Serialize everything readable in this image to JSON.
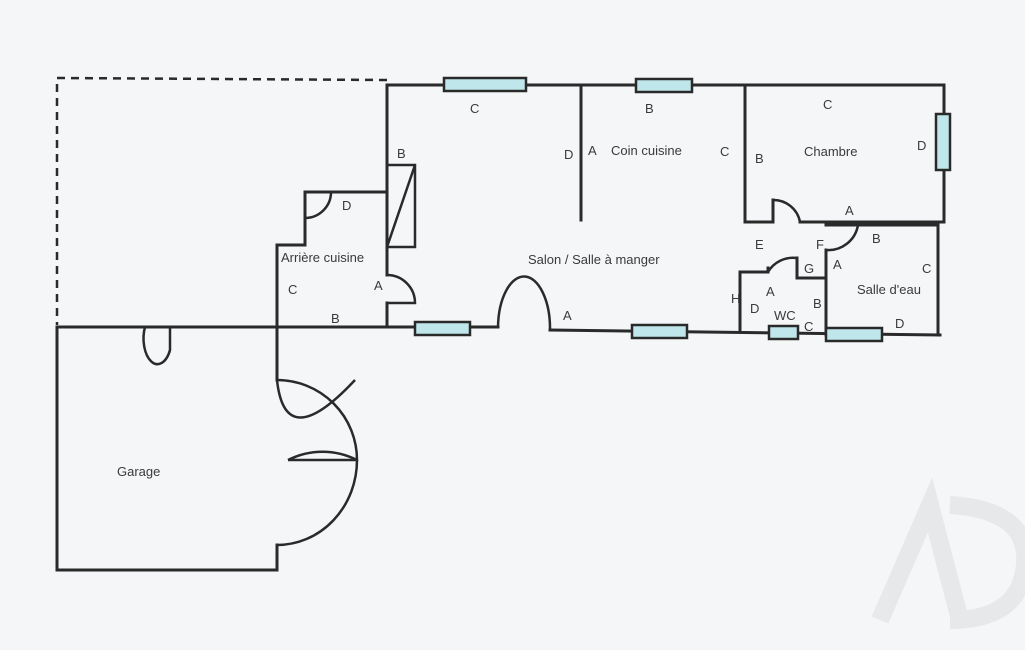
{
  "rooms": {
    "salon": "Salon / Salle à manger",
    "coin_cuisine": "Coin cuisine",
    "chambre": "Chambre",
    "arriere_cuisine": "Arrière cuisine",
    "salle_deau": "Salle d'eau",
    "wc": "WC",
    "garage": "Garage"
  },
  "wall_labels": {
    "salon_top_c": "C",
    "salon_left_b": "B",
    "salon_right_d": "D",
    "salon_bottom_a": "A",
    "cuisine_top_b": "B",
    "cuisine_left_a": "A",
    "cuisine_right_c": "C",
    "chambre_top_c": "C",
    "chambre_left_b": "B",
    "chambre_right_d": "D",
    "chambre_bottom_a": "A",
    "arriere_d": "D",
    "arriere_c": "C",
    "arriere_a": "A",
    "arriere_b": "B",
    "hall_e": "E",
    "hall_f": "F",
    "hall_g": "G",
    "hall_h": "H",
    "wc_a": "A",
    "wc_d": "D",
    "wc_b": "B",
    "wc_c": "C",
    "sde_a": "A",
    "sde_b": "B",
    "sde_c": "C",
    "sde_d": "D"
  },
  "watermark": "AD"
}
